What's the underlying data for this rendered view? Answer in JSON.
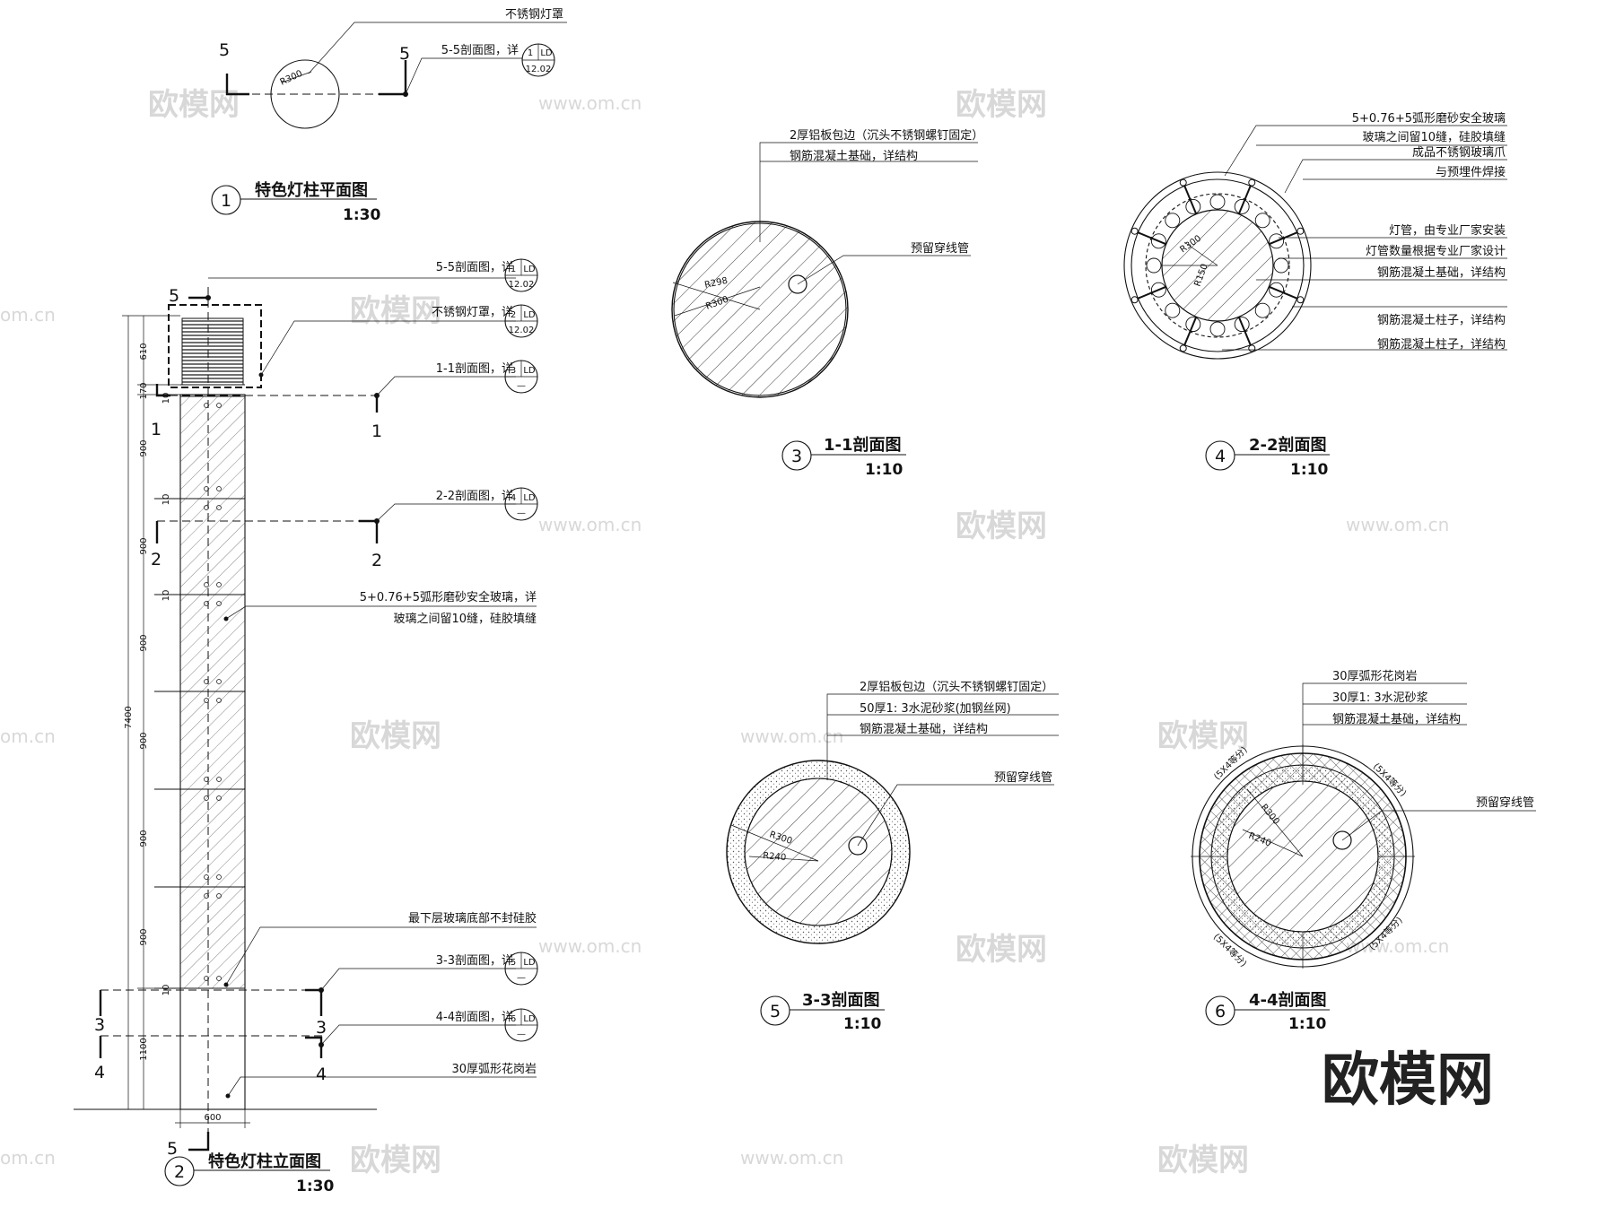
{
  "brand": {
    "logo_text": "欧模网",
    "watermark_text": "欧模网",
    "watermark_url": "www.om.cn",
    "watermark_url_alt": "om.cn"
  },
  "plan": {
    "title": "特色灯柱平面图",
    "scale": "1:30",
    "circle_no": "1",
    "section_mark": "5",
    "radius": "R300",
    "note_cover": "不锈钢灯罩",
    "note_section": "5-5剖面图，详",
    "ref_num": "1",
    "ref_tag": "LD",
    "ref_sheet": "12.02"
  },
  "elevation": {
    "title": "特色灯柱立面图",
    "scale": "1:30",
    "circle_no": "2",
    "notes": [
      {
        "text": "5-5剖面图，详",
        "num": "1",
        "tag": "LD",
        "sheet": "12.02"
      },
      {
        "text": "不锈钢灯罩，详",
        "num": "2",
        "tag": "LD",
        "sheet": "12.02"
      },
      {
        "text": "1-1剖面图，详",
        "num": "3",
        "tag": "LD",
        "sheet": "—"
      },
      {
        "text": "2-2剖面图，详",
        "num": "4",
        "tag": "LD",
        "sheet": "—"
      },
      {
        "text": "3-3剖面图，详",
        "num": "5",
        "tag": "LD",
        "sheet": "—"
      },
      {
        "text": "4-4剖面图，详",
        "num": "6",
        "tag": "LD",
        "sheet": "—"
      }
    ],
    "glass_note_1": "5+0.76+5弧形磨砂安全玻璃，详",
    "glass_note_2": "玻璃之间留10缝，硅胶填缝",
    "bottom_glass_note": "最下层玻璃底部不封硅胶",
    "granite_note": "30厚弧形花岗岩",
    "dims": {
      "d610": "610",
      "d170": "170",
      "d10": "10",
      "d900": "900",
      "d1100": "1100",
      "total": "7400",
      "width": "600"
    },
    "cut_labels": {
      "c1": "1",
      "c2": "2",
      "c3": "3",
      "c4": "4",
      "c5": "5"
    }
  },
  "section_11": {
    "circle_no": "3",
    "title": "1-1剖面图",
    "scale": "1:10",
    "notes": [
      "2厚铝板包边（沉头不锈钢螺钉固定）",
      "钢筋混凝土基础，详结构"
    ],
    "conduit": "预留穿线管",
    "r_outer": "R300",
    "r_inner": "R298"
  },
  "section_22": {
    "circle_no": "4",
    "title": "2-2剖面图",
    "scale": "1:10",
    "notes_top": [
      "5+0.76+5弧形磨砂安全玻璃",
      "玻璃之间留10缝，硅胶填缝",
      "成品不锈钢玻璃爪",
      "与预埋件焊接"
    ],
    "notes_mid": [
      "灯管，由专业厂家安装",
      "灯管数量根据专业厂家设计",
      "钢筋混凝土基础，详结构"
    ],
    "notes_low": [
      "钢筋混凝土柱子，详结构",
      "钢筋混凝土柱子，详结构"
    ],
    "r_outer": "R300",
    "r_inner": "R150"
  },
  "section_33": {
    "circle_no": "5",
    "title": "3-3剖面图",
    "scale": "1:10",
    "notes": [
      "2厚铝板包边（沉头不锈钢螺钉固定）",
      "50厚1: 3水泥砂浆(加钢丝网)",
      "钢筋混凝土基础，详结构"
    ],
    "conduit": "预留穿线管",
    "r_outer": "R300",
    "r_inner": "R240"
  },
  "section_44": {
    "circle_no": "6",
    "title": "4-4剖面图",
    "scale": "1:10",
    "notes": [
      "30厚弧形花岗岩",
      "30厚1: 3水泥砂浆",
      "钢筋混凝土基础，详结构"
    ],
    "conduit": "预留穿线管",
    "r_outer": "R300",
    "r_inner": "R240",
    "arc_label": "(5X4等分)"
  }
}
